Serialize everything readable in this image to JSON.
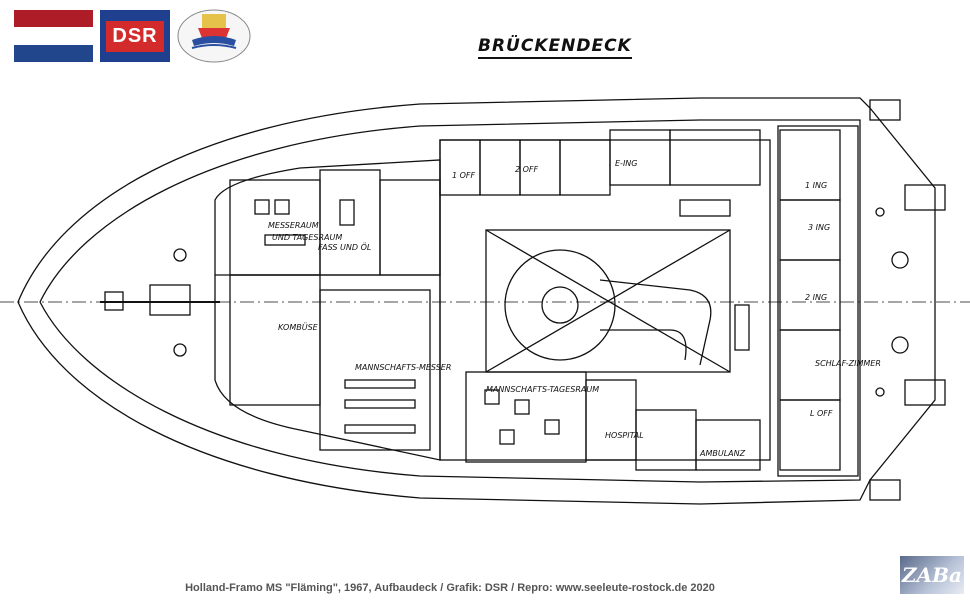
{
  "header": {
    "flag_colors": [
      "#ae1c28",
      "#ffffff",
      "#21468b"
    ],
    "logo_text": "DSR",
    "title": "BRÜCKENDECK"
  },
  "rooms": {
    "messeraum": "MESSERAUM",
    "tagesraum": "UND TAGESRAUM",
    "fass": "FASS UND ÖL",
    "off1": "1 OFF",
    "off2": "2 OFF",
    "eing": "E-ING",
    "ing1": "1 ING",
    "ing2": "2 ING",
    "ing3": "3 ING",
    "mannschaftsmesser": "MANNSCHAFTS-MESSER",
    "mannschaftstagesraum": "MANNSCHAFTS-TAGESRAUM",
    "hospital": "HOSPITAL",
    "ambulanz": "AMBULANZ",
    "schlafzimmer": "SCHLAF-ZIMMER",
    "loff": "L OFF",
    "kombuese": "KOMBÜSE"
  },
  "footer": {
    "caption": "Holland-Framo MS \"Fläming\", 1967, Aufbaudeck / Grafik: DSR / Repro: www.seeleute-rostock.de 2020",
    "corner_logo": "ZABa"
  }
}
